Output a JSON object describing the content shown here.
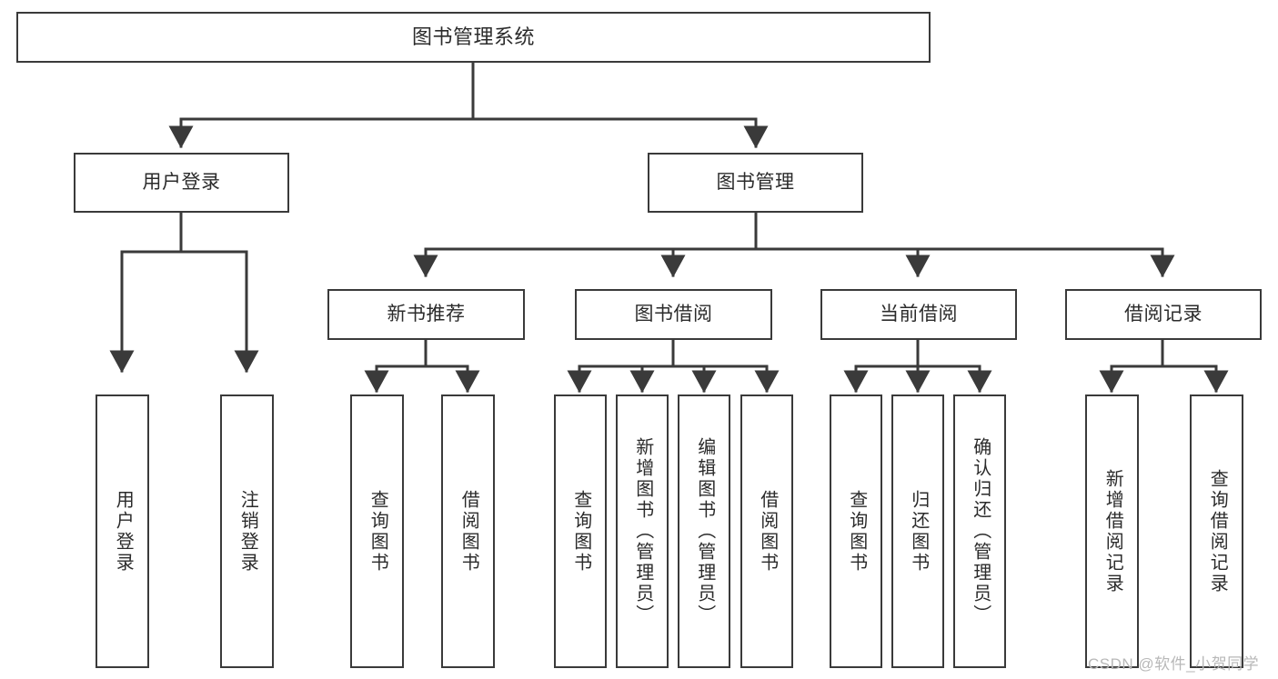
{
  "diagram": {
    "type": "tree-hierarchy",
    "title": "图书管理系统",
    "watermark": "CSDN @软件_小贺同学",
    "colors": {
      "box_border": "#3a3a3a",
      "box_fill": "#ffffff",
      "connector": "#3a3a3a",
      "text": "#2b2b2b",
      "watermark": "#b8b8b8",
      "background": "#ffffff"
    },
    "nodes": {
      "root": {
        "label": "图书管理系统",
        "level": 0,
        "orientation": "horizontal"
      },
      "user_login": {
        "label": "用户登录",
        "level": 1,
        "orientation": "horizontal"
      },
      "book_manage": {
        "label": "图书管理",
        "level": 1,
        "orientation": "horizontal"
      },
      "new_book_rec": {
        "label": "新书推荐",
        "level": 2,
        "orientation": "horizontal"
      },
      "book_borrow": {
        "label": "图书借阅",
        "level": 2,
        "orientation": "horizontal"
      },
      "current_borrow": {
        "label": "当前借阅",
        "level": 2,
        "orientation": "horizontal"
      },
      "borrow_record": {
        "label": "借阅记录",
        "level": 2,
        "orientation": "horizontal"
      },
      "leaf_user_login": {
        "label": "用户登录",
        "level": 3,
        "orientation": "vertical"
      },
      "leaf_logout": {
        "label": "注销登录",
        "level": 3,
        "orientation": "vertical"
      },
      "leaf_query_book_1": {
        "label": "查询图书",
        "level": 3,
        "orientation": "vertical"
      },
      "leaf_borrow_book_1": {
        "label": "借阅图书",
        "level": 3,
        "orientation": "vertical"
      },
      "leaf_query_book_2": {
        "label": "查询图书",
        "level": 3,
        "orientation": "vertical"
      },
      "leaf_add_book": {
        "label": "新增图书（管理员）",
        "level": 3,
        "orientation": "vertical"
      },
      "leaf_edit_book": {
        "label": "编辑图书（管理员）",
        "level": 3,
        "orientation": "vertical"
      },
      "leaf_borrow_book_2": {
        "label": "借阅图书",
        "level": 3,
        "orientation": "vertical"
      },
      "leaf_query_book_3": {
        "label": "查询图书",
        "level": 3,
        "orientation": "vertical"
      },
      "leaf_return_book": {
        "label": "归还图书",
        "level": 3,
        "orientation": "vertical"
      },
      "leaf_confirm_return": {
        "label": "确认归还（管理员）",
        "level": 3,
        "orientation": "vertical"
      },
      "leaf_add_record": {
        "label": "新增借阅记录",
        "level": 3,
        "orientation": "vertical"
      },
      "leaf_query_record": {
        "label": "查询借阅记录",
        "level": 3,
        "orientation": "vertical"
      }
    },
    "edges": [
      {
        "from": "root",
        "to": "user_login"
      },
      {
        "from": "root",
        "to": "book_manage"
      },
      {
        "from": "user_login",
        "to": "leaf_user_login"
      },
      {
        "from": "user_login",
        "to": "leaf_logout"
      },
      {
        "from": "book_manage",
        "to": "new_book_rec"
      },
      {
        "from": "book_manage",
        "to": "book_borrow"
      },
      {
        "from": "book_manage",
        "to": "current_borrow"
      },
      {
        "from": "book_manage",
        "to": "borrow_record"
      },
      {
        "from": "new_book_rec",
        "to": "leaf_query_book_1"
      },
      {
        "from": "new_book_rec",
        "to": "leaf_borrow_book_1"
      },
      {
        "from": "book_borrow",
        "to": "leaf_query_book_2"
      },
      {
        "from": "book_borrow",
        "to": "leaf_add_book"
      },
      {
        "from": "book_borrow",
        "to": "leaf_edit_book"
      },
      {
        "from": "book_borrow",
        "to": "leaf_borrow_book_2"
      },
      {
        "from": "current_borrow",
        "to": "leaf_query_book_3"
      },
      {
        "from": "current_borrow",
        "to": "leaf_return_book"
      },
      {
        "from": "current_borrow",
        "to": "leaf_confirm_return"
      },
      {
        "from": "borrow_record",
        "to": "leaf_add_record"
      },
      {
        "from": "borrow_record",
        "to": "leaf_query_record"
      }
    ]
  }
}
